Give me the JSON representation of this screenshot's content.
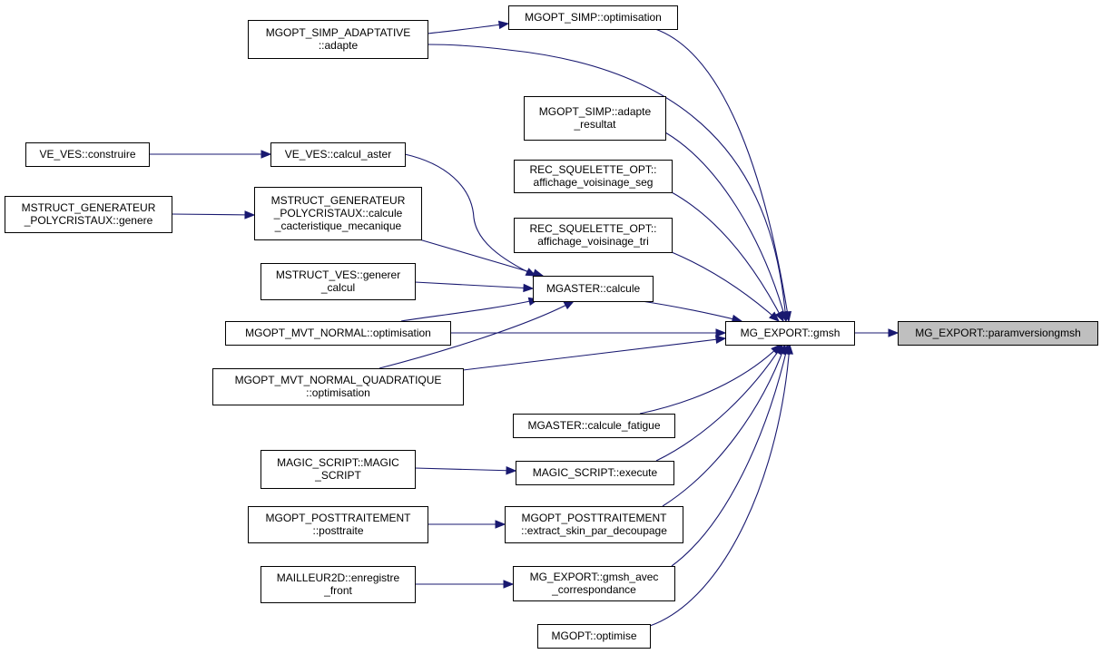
{
  "diagram": {
    "nodes": [
      {
        "id": "paramversiongmsh",
        "lines": [
          "MG_EXPORT::paramversiongmsh"
        ],
        "highlight": true
      },
      {
        "id": "gmsh",
        "lines": [
          "MG_EXPORT::gmsh"
        ]
      },
      {
        "id": "simp_opt",
        "lines": [
          "MGOPT_SIMP::optimisation"
        ]
      },
      {
        "id": "simp_adaptative",
        "lines": [
          "MGOPT_SIMP_ADAPTATIVE",
          "::adapte"
        ]
      },
      {
        "id": "simp_adapte_res",
        "lines": [
          "MGOPT_SIMP::adapte",
          "_resultat"
        ]
      },
      {
        "id": "rec_seg",
        "lines": [
          "REC_SQUELETTE_OPT::",
          "affichage_voisinage_seg"
        ]
      },
      {
        "id": "rec_tri",
        "lines": [
          "REC_SQUELETTE_OPT::",
          "affichage_voisinage_tri"
        ]
      },
      {
        "id": "mgaster_calcule",
        "lines": [
          "MGASTER::calcule"
        ]
      },
      {
        "id": "ve_calcul_aster",
        "lines": [
          "VE_VES::calcul_aster"
        ]
      },
      {
        "id": "ve_construire",
        "lines": [
          "VE_VES::construire"
        ]
      },
      {
        "id": "mstruct_poly_calcule",
        "lines": [
          "MSTRUCT_GENERATEUR",
          "_POLYCRISTAUX::calcule",
          "_cacteristique_mecanique"
        ]
      },
      {
        "id": "mstruct_poly_genere",
        "lines": [
          "MSTRUCT_GENERATEUR",
          "_POLYCRISTAUX::genere"
        ]
      },
      {
        "id": "mstruct_ves_generer",
        "lines": [
          "MSTRUCT_VES::generer",
          "_calcul"
        ]
      },
      {
        "id": "mvt_normal_opt",
        "lines": [
          "MGOPT_MVT_NORMAL::optimisation"
        ]
      },
      {
        "id": "mvt_quad_opt",
        "lines": [
          "MGOPT_MVT_NORMAL_QUADRATIQUE",
          "::optimisation"
        ]
      },
      {
        "id": "mgaster_fatigue",
        "lines": [
          "MGASTER::calcule_fatigue"
        ]
      },
      {
        "id": "magic_execute",
        "lines": [
          "MAGIC_SCRIPT::execute"
        ]
      },
      {
        "id": "magic_ctor",
        "lines": [
          "MAGIC_SCRIPT::MAGIC",
          "_SCRIPT"
        ]
      },
      {
        "id": "post_extract",
        "lines": [
          "MGOPT_POSTTRAITEMENT",
          "::extract_skin_par_decoupage"
        ]
      },
      {
        "id": "post_traite",
        "lines": [
          "MGOPT_POSTTRAITEMENT",
          "::posttraite"
        ]
      },
      {
        "id": "gmsh_avec",
        "lines": [
          "MG_EXPORT::gmsh_avec",
          "_correspondance"
        ]
      },
      {
        "id": "mailleur_front",
        "lines": [
          "MAILLEUR2D::enregistre",
          "_front"
        ]
      },
      {
        "id": "mgopt_optimise",
        "lines": [
          "MGOPT::optimise"
        ]
      }
    ],
    "edges": [
      {
        "from": "paramversiongmsh",
        "to": "gmsh"
      },
      {
        "from": "gmsh",
        "to": "simp_opt"
      },
      {
        "from": "gmsh",
        "to": "simp_adaptative"
      },
      {
        "from": "gmsh",
        "to": "simp_adapte_res"
      },
      {
        "from": "gmsh",
        "to": "rec_seg"
      },
      {
        "from": "gmsh",
        "to": "rec_tri"
      },
      {
        "from": "gmsh",
        "to": "mgaster_calcule"
      },
      {
        "from": "gmsh",
        "to": "mvt_normal_opt"
      },
      {
        "from": "gmsh",
        "to": "mvt_quad_opt"
      },
      {
        "from": "gmsh",
        "to": "mgaster_fatigue"
      },
      {
        "from": "gmsh",
        "to": "magic_execute"
      },
      {
        "from": "gmsh",
        "to": "post_extract"
      },
      {
        "from": "gmsh",
        "to": "gmsh_avec"
      },
      {
        "from": "gmsh",
        "to": "mgopt_optimise"
      },
      {
        "from": "simp_opt",
        "to": "simp_adaptative"
      },
      {
        "from": "mgaster_calcule",
        "to": "ve_calcul_aster"
      },
      {
        "from": "mgaster_calcule",
        "to": "mstruct_poly_calcule"
      },
      {
        "from": "mgaster_calcule",
        "to": "mstruct_ves_generer"
      },
      {
        "from": "mgaster_calcule",
        "to": "mvt_normal_opt"
      },
      {
        "from": "mgaster_calcule",
        "to": "mvt_quad_opt"
      },
      {
        "from": "ve_calcul_aster",
        "to": "ve_construire"
      },
      {
        "from": "mstruct_poly_calcule",
        "to": "mstruct_poly_genere"
      },
      {
        "from": "magic_execute",
        "to": "magic_ctor"
      },
      {
        "from": "post_extract",
        "to": "post_traite"
      },
      {
        "from": "gmsh_avec",
        "to": "mailleur_front"
      }
    ],
    "colors": {
      "edge": "#191970",
      "highlight_fill": "#bfbfbf",
      "node_fill": "#ffffff",
      "node_stroke": "#000000"
    }
  }
}
